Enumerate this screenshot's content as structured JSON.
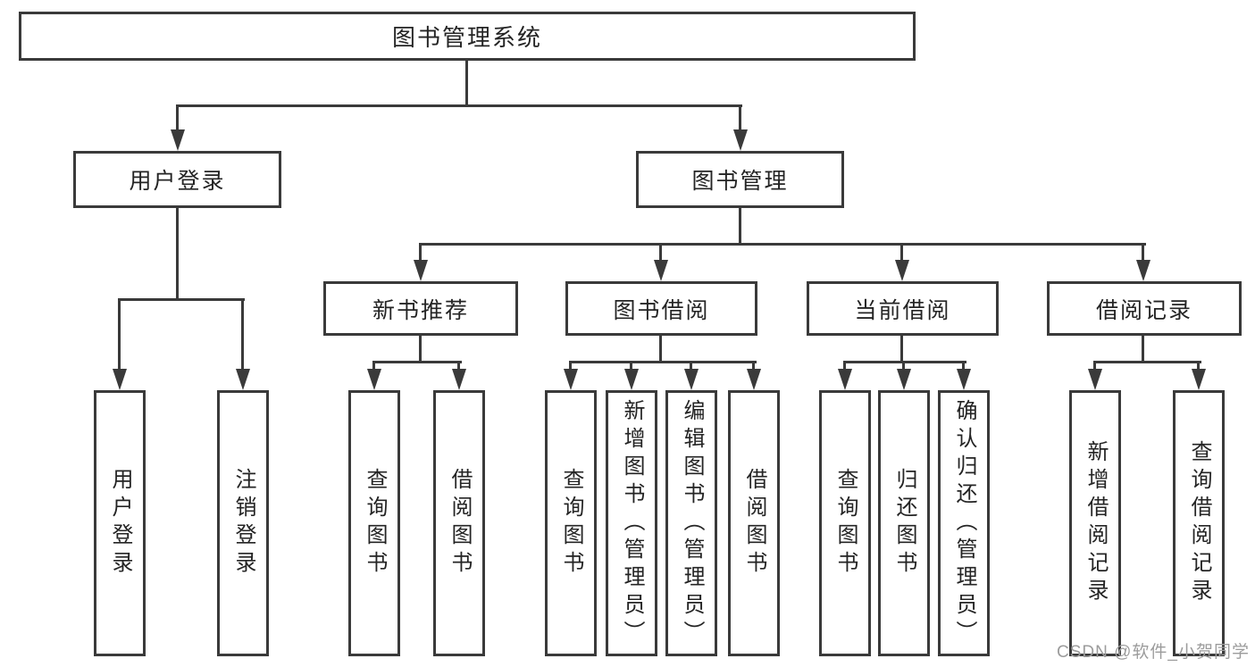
{
  "diagram": {
    "root": {
      "label": "图书管理系统"
    },
    "level2": [
      {
        "label": "用户登录"
      },
      {
        "label": "图书管理"
      }
    ],
    "level3": [
      {
        "label": "新书推荐"
      },
      {
        "label": "图书借阅"
      },
      {
        "label": "当前借阅"
      },
      {
        "label": "借阅记录"
      }
    ],
    "leaves": {
      "user_login": [
        "用户登录",
        "注销登录"
      ],
      "new_books": [
        "查询图书",
        "借阅图书"
      ],
      "book_borrow": [
        "查询图书",
        "新增图书（管理员）",
        "编辑图书（管理员）",
        "借阅图书"
      ],
      "current_borrow": [
        "查询图书",
        "归还图书",
        "确认归还（管理员）"
      ],
      "borrow_records": [
        "新增借阅记录",
        "查询借阅记录"
      ]
    }
  },
  "watermark": {
    "text": "CSDN @软件_小贺同学"
  },
  "colors": {
    "line": "#3a3a3a",
    "text": "#242424",
    "bg": "#ffffff",
    "watermark": "#9c9c9c"
  }
}
